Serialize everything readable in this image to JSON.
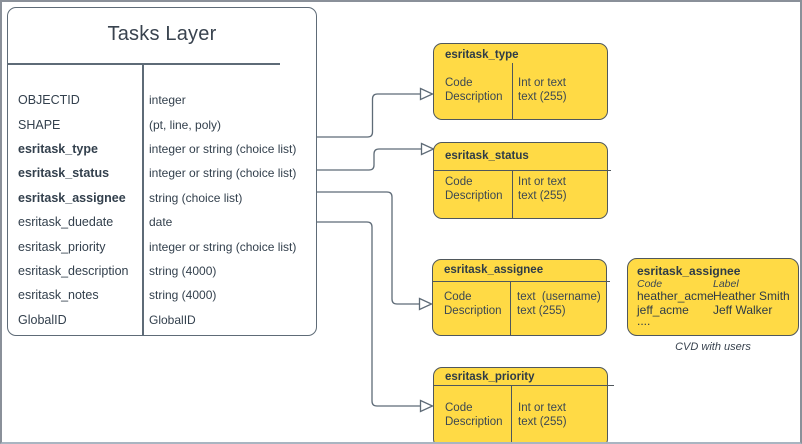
{
  "tasks_layer": {
    "title": "Tasks Layer",
    "fields": [
      {
        "name": "OBJECTID",
        "type": "integer",
        "bold": false
      },
      {
        "name": "SHAPE",
        "type": "(pt, line, poly)",
        "bold": false
      },
      {
        "name": "esritask_type",
        "type": "integer or string (choice list)",
        "bold": true
      },
      {
        "name": "esritask_status",
        "type": "integer or string (choice list)",
        "bold": true
      },
      {
        "name": "esritask_assignee",
        "type": "string (choice list)",
        "bold": true
      },
      {
        "name": "esritask_duedate",
        "type": "date",
        "bold": false
      },
      {
        "name": "esritask_priority",
        "type": "integer or string (choice list)",
        "bold": false
      },
      {
        "name": "esritask_description",
        "type": "string (4000)",
        "bold": false
      },
      {
        "name": "esritask_notes",
        "type": "string (4000)",
        "bold": false
      },
      {
        "name": "GlobalID",
        "type": "GlobalID",
        "bold": false
      }
    ]
  },
  "domain_boxes": [
    {
      "title": "esritask_type",
      "left": [
        "Code",
        "Description"
      ],
      "right": [
        "Int or text",
        "text (255)"
      ]
    },
    {
      "title": "esritask_status",
      "left": [
        "Code",
        "Description"
      ],
      "right": [
        "Int or text",
        "text (255)"
      ]
    },
    {
      "title": "esritask_assignee",
      "left": [
        "Code",
        "Description"
      ],
      "right": [
        "text  (username)",
        "text (255)"
      ]
    },
    {
      "title": "esritask_priority",
      "left": [
        "Code",
        "Description"
      ],
      "right": [
        "Int or text",
        "text (255)"
      ]
    }
  ],
  "cvd_box": {
    "title": "esritask_assignee",
    "columns": [
      "Code",
      "Label"
    ],
    "rows": [
      {
        "code": "heather_acme",
        "label": "Heather Smith"
      },
      {
        "code": "jeff_acme",
        "label": "Jeff Walker"
      },
      {
        "code": "....",
        "label": ""
      }
    ],
    "caption": "CVD with users"
  },
  "colors": {
    "yellow_fill": "#FFDA45",
    "yellow_border": "#4F575C",
    "connector": "#5E6B77",
    "text_dark": "#2E3B47",
    "frame_border": "#8A9099"
  }
}
